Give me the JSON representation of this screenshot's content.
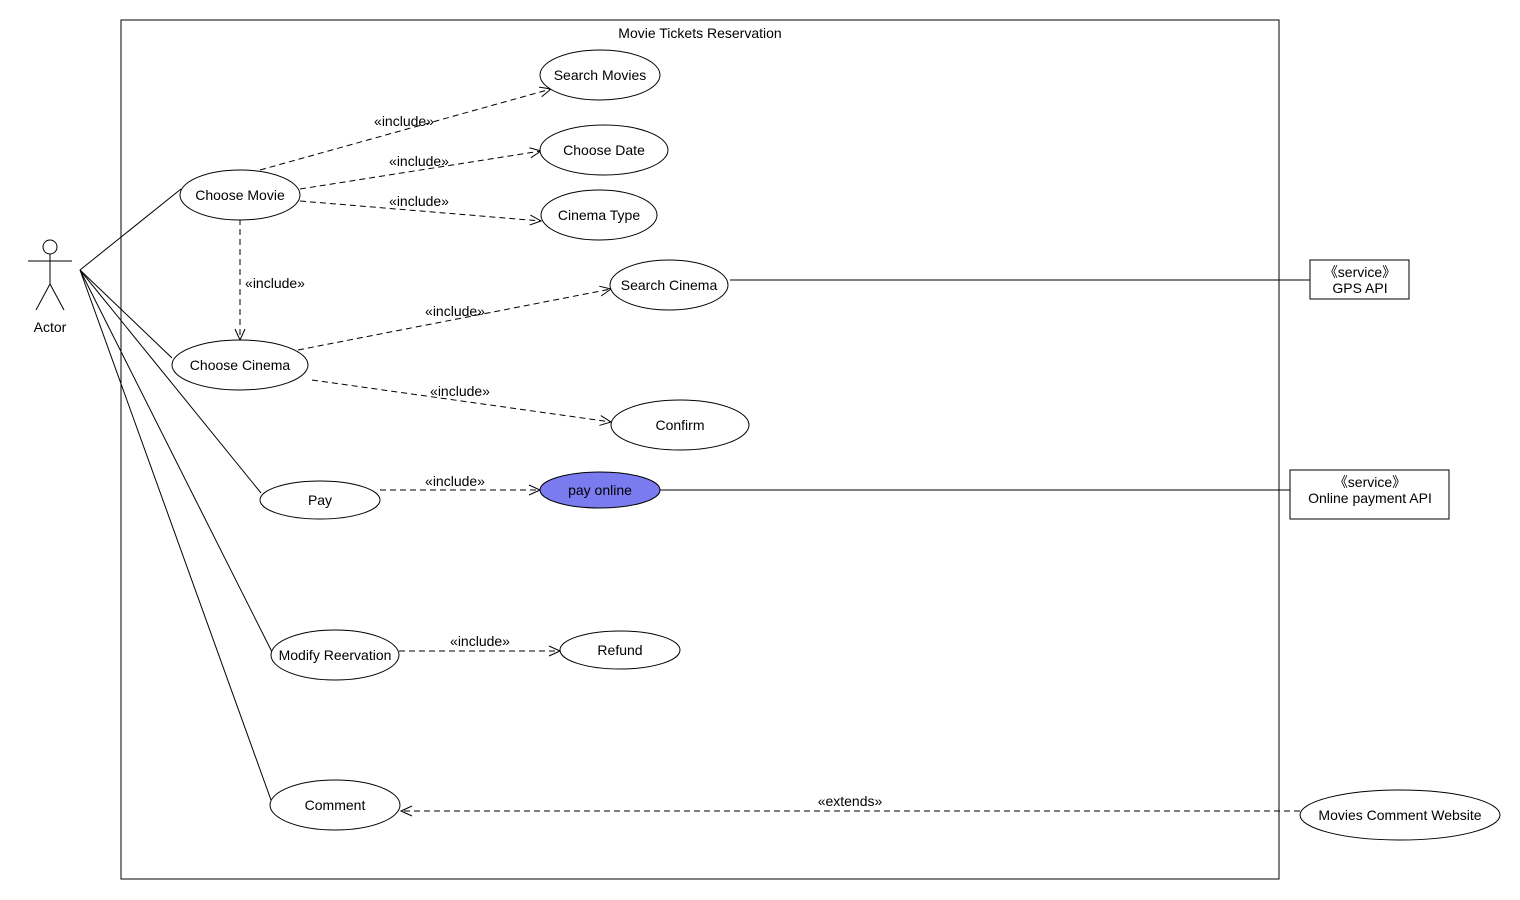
{
  "system": {
    "title": "Movie Tickets Reservation"
  },
  "actor": {
    "label": "Actor"
  },
  "use_cases": {
    "search_movies": "Search Movies",
    "choose_date": "Choose Date",
    "cinema_type": "Cinema Type",
    "choose_movie": "Choose Movie",
    "search_cinema": "Search Cinema",
    "choose_cinema": "Choose Cinema",
    "confirm": "Confirm",
    "pay": "Pay",
    "pay_online": "pay online",
    "modify_reservation": "Modify Reervation",
    "refund": "Refund",
    "comment": "Comment"
  },
  "external": {
    "gps_stereotype": "《service》",
    "gps_name": "GPS API",
    "payment_stereotype": "《service》",
    "payment_name": "Online payment API",
    "comment_website": "Movies Comment Website"
  },
  "relations": {
    "include": "«include»",
    "extends": "«extends»"
  },
  "colors": {
    "highlight_fill": "#7b7bf0",
    "line": "#000000",
    "background": "#ffffff"
  }
}
